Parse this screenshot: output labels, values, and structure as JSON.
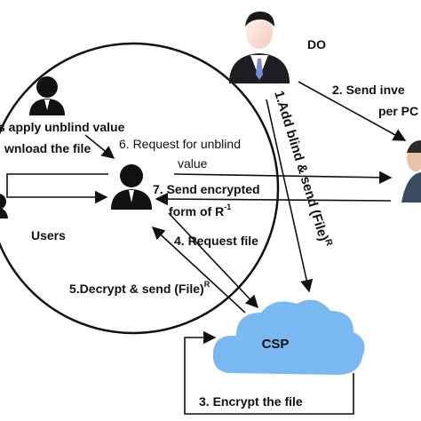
{
  "nodes": {
    "do": {
      "label": "DO"
    },
    "users": {
      "label": "Users"
    },
    "csp": {
      "label": "CSP"
    }
  },
  "edges": {
    "step1": {
      "label": "1.Add blind & send (File)",
      "sup": "R"
    },
    "step2": {
      "line1": "2. Send inve",
      "line2": "per PC"
    },
    "step3": {
      "label": "3. Encrypt the file"
    },
    "step4": {
      "label": "4. Request file"
    },
    "step5": {
      "label": "5.Decrypt & send (File)",
      "sup": "R"
    },
    "step6": {
      "line1": "6. Request for unblind",
      "line2": "value"
    },
    "step7": {
      "line1": "7. Send encrypted",
      "line2": "form of R",
      "sup": "-1"
    }
  },
  "users_note": {
    "line1": "s apply unblind value",
    "line2": "wnload the file"
  },
  "icons": [
    "person-icon-do",
    "person-icon-user-top",
    "person-icon-user-center",
    "person-icon-right-partial",
    "cloud-icon-csp"
  ],
  "colors": {
    "cloud": "#79b8f0",
    "suit": "#111111",
    "tie": "#7a8ad6",
    "skin": "#fde8e2",
    "line": "#111111"
  }
}
